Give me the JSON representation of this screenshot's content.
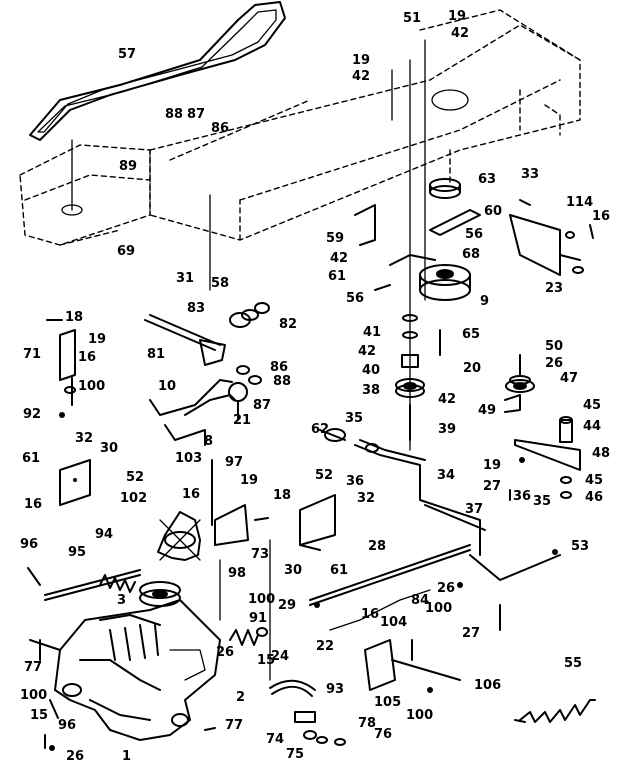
{
  "callouts": [
    "57",
    "51",
    "19",
    "42",
    "19",
    "42",
    "88",
    "87",
    "86",
    "89",
    "63",
    "33",
    "114",
    "16",
    "60",
    "59",
    "56",
    "42",
    "68",
    "61",
    "69",
    "31",
    "58",
    "23",
    "56",
    "9",
    "18",
    "83",
    "82",
    "71",
    "19",
    "16",
    "81",
    "41",
    "42",
    "65",
    "40",
    "20",
    "100",
    "86",
    "50",
    "26",
    "10",
    "88",
    "87",
    "21",
    "38",
    "42",
    "47",
    "92",
    "8",
    "49",
    "45",
    "62",
    "35",
    "39",
    "44",
    "32",
    "30",
    "103",
    "97",
    "36",
    "34",
    "48",
    "19",
    "45",
    "27",
    "46",
    "61",
    "52",
    "16",
    "102",
    "16",
    "19",
    "18",
    "52",
    "32",
    "36",
    "35",
    "96",
    "94",
    "37",
    "73",
    "28",
    "53",
    "95",
    "98",
    "30",
    "61",
    "3",
    "100",
    "29",
    "26",
    "84",
    "100",
    "91",
    "104",
    "27",
    "26",
    "15",
    "24",
    "22",
    "16",
    "77",
    "55",
    "106",
    "105",
    "2",
    "93",
    "100",
    "100",
    "15",
    "96",
    "77",
    "78",
    "74",
    "76",
    "75",
    "1",
    "26"
  ]
}
